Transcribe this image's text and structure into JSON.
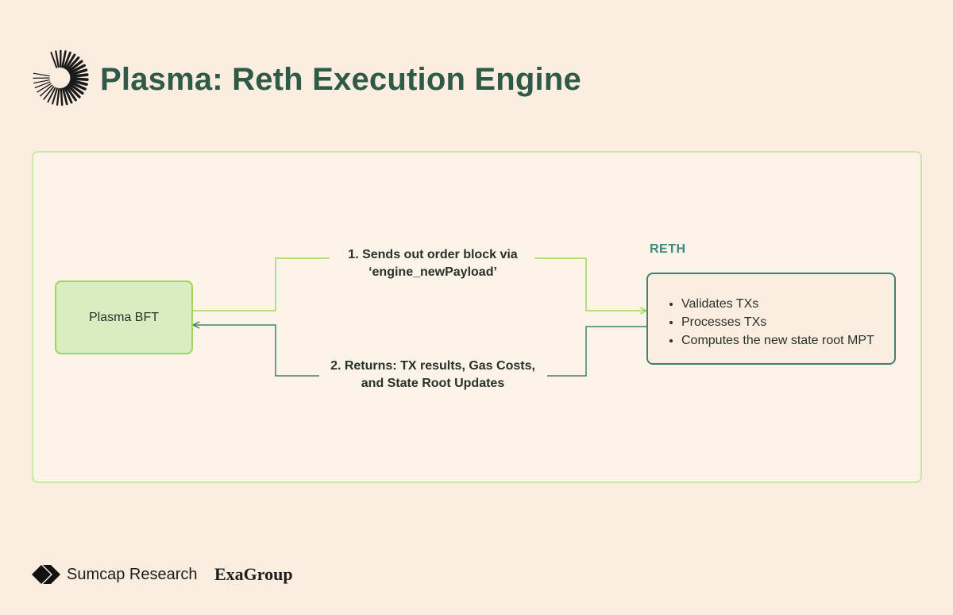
{
  "title": "Plasma: Reth Execution Engine",
  "nodes": {
    "plasma_bft": "Plasma BFT",
    "reth": {
      "label": "RETH",
      "items": [
        "Validates TXs",
        "Processes TXs",
        "Computes the new state root MPT"
      ]
    }
  },
  "edges": {
    "send": {
      "line1": "1. Sends out order block via",
      "line2": "‘engine_newPayload’"
    },
    "return": {
      "line1": "2. Returns: TX results, Gas Costs,",
      "line2": "and State Root Updates"
    }
  },
  "footer": {
    "sumcap": "Sumcap Research",
    "exagroup": "ExaGroup"
  },
  "colors": {
    "title": "#2f5a47",
    "send_arrow": "#9fd65b",
    "return_arrow": "#3f8272",
    "background": "#fbede0"
  },
  "icons": {
    "logo": "radial-burst-logo",
    "sumcap": "diamond-arrow-logo"
  }
}
